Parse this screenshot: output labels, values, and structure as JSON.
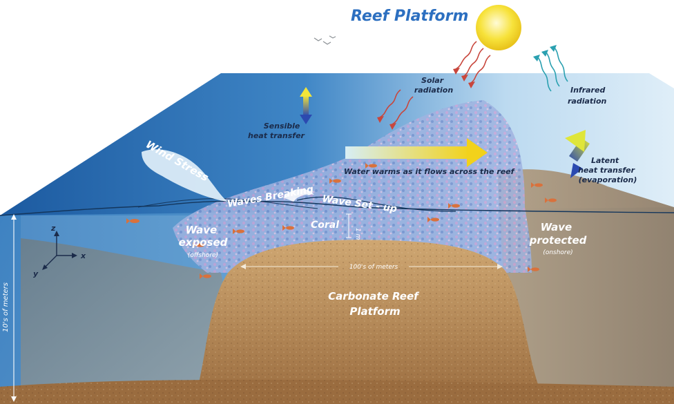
{
  "title": "Reef Platform",
  "labels": {
    "solar_radiation": [
      "Solar",
      "radiation"
    ],
    "infrared_radiation": [
      "Infrared",
      "radiation"
    ],
    "sensible_heat": [
      "Sensible",
      "heat transfer"
    ],
    "latent_heat": [
      "Latent",
      "heat transfer",
      "(evaporation)"
    ],
    "wind_stress": "Wind Stress",
    "waves_breaking": "Waves Breaking",
    "wave_setup": "Wave Set - up",
    "water_warms": "Water warms as it flows across the reef",
    "coral": "Coral",
    "one_meter": "1 m",
    "wave_exposed": [
      "Wave",
      "exposed",
      "(offshore)"
    ],
    "wave_protected": [
      "Wave",
      "protected",
      "(onshore)"
    ],
    "hundreds_of_meters": "100's of meters",
    "tens_of_meters": "10's of meters",
    "carbonate_platform": [
      "Carbonate Reef",
      "Platform"
    ],
    "axis_z": "z",
    "axis_y": "y",
    "axis_x": "x"
  },
  "colors": {
    "sky_top": "#1f5fa6",
    "sky_light": "#cfe6f5",
    "ocean": "#3d86c6",
    "sand": "#b98a55",
    "sand_dark": "#8c6238",
    "sun": "#f7df35",
    "coral": "#8fa3d6",
    "arrow_red": "#c8463c",
    "arrow_teal": "#2aa0b0"
  }
}
